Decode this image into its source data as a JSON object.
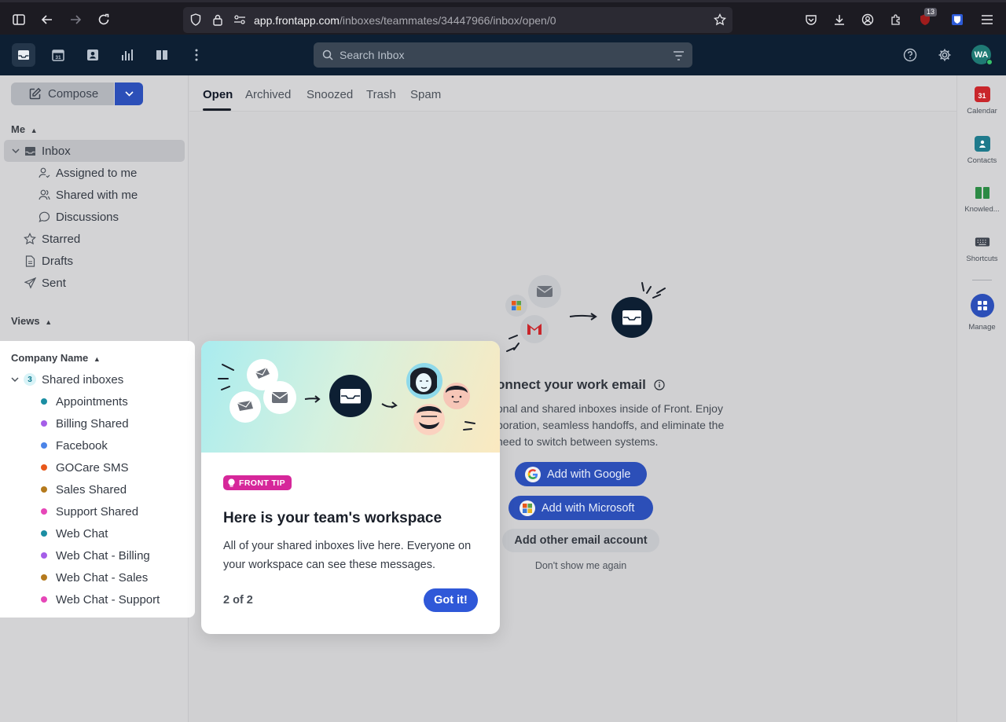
{
  "browser": {
    "url_host": "app.frontapp.com",
    "url_path": "/inboxes/teammates/34447966/inbox/open/0",
    "extension_badge": "13"
  },
  "header": {
    "search_placeholder": "Search Inbox",
    "avatar_initials": "WA"
  },
  "sidebar": {
    "compose_label": "Compose",
    "me_label": "Me",
    "inbox_label": "Inbox",
    "inbox_children": [
      "Assigned to me",
      "Shared with me",
      "Discussions"
    ],
    "starred_label": "Starred",
    "drafts_label": "Drafts",
    "sent_label": "Sent",
    "views_label": "Views",
    "company_label": "Company Name",
    "shared_count": "3",
    "shared_label": "Shared inboxes",
    "shared_inboxes": [
      {
        "name": "Appointments",
        "color": "#1b8ea3"
      },
      {
        "name": "Billing Shared",
        "color": "#a55ee8"
      },
      {
        "name": "Facebook",
        "color": "#4b84e8"
      },
      {
        "name": "GOCare SMS",
        "color": "#e8581b"
      },
      {
        "name": "Sales Shared",
        "color": "#b57a1d"
      },
      {
        "name": "Support Shared",
        "color": "#e647b8"
      },
      {
        "name": "Web Chat",
        "color": "#1b8ea3"
      },
      {
        "name": "Web Chat - Billing",
        "color": "#a55ee8"
      },
      {
        "name": "Web Chat - Sales",
        "color": "#b57a1d"
      },
      {
        "name": "Web Chat - Support",
        "color": "#e647b8"
      }
    ]
  },
  "tabs": [
    "Open",
    "Archived",
    "Snoozed",
    "Trash",
    "Spam"
  ],
  "rail": {
    "calendar_label": "Calendar",
    "calendar_day": "31",
    "contacts_label": "Contacts",
    "knowledge_label": "Knowled...",
    "shortcuts_label": "Shortcuts",
    "manage_label": "Manage"
  },
  "empty_state": {
    "title": "onnect your work email",
    "desc_line1": "onal and shared inboxes inside of Front. Enjoy",
    "desc_line2": "boration, seamless handoffs, and eliminate the",
    "desc_line3": "need to switch between systems.",
    "google_label": "Add with Google",
    "microsoft_label": "Add with Microsoft",
    "other_label": "Add other email account",
    "dont_show": "Don't show me again"
  },
  "tip": {
    "pill": "FRONT TIP",
    "title": "Here is your team's workspace",
    "body": "All of your shared inboxes live here. Everyone on your workspace can see these messages.",
    "page": "2 of 2",
    "button": "Got it!"
  },
  "colors": {
    "accent": "#2f58d8",
    "header_bg": "#0d1f33",
    "tip_pill": "#d6279a"
  }
}
